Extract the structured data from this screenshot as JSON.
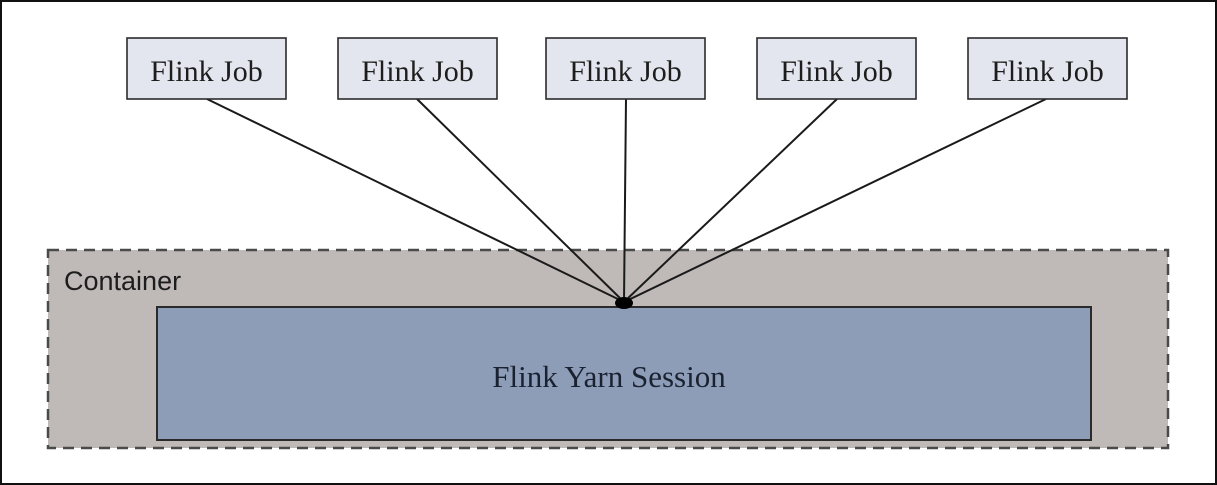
{
  "jobs": [
    {
      "label": "Flink Job"
    },
    {
      "label": "Flink Job"
    },
    {
      "label": "Flink Job"
    },
    {
      "label": "Flink Job"
    },
    {
      "label": "Flink Job"
    }
  ],
  "container": {
    "label": "Container"
  },
  "session": {
    "label": "Flink Yarn Session"
  },
  "colors": {
    "job_fill": "#e3e6ee",
    "container_fill": "#bfbab8",
    "session_fill": "#8e9db7",
    "line": "#1a1a1a"
  }
}
